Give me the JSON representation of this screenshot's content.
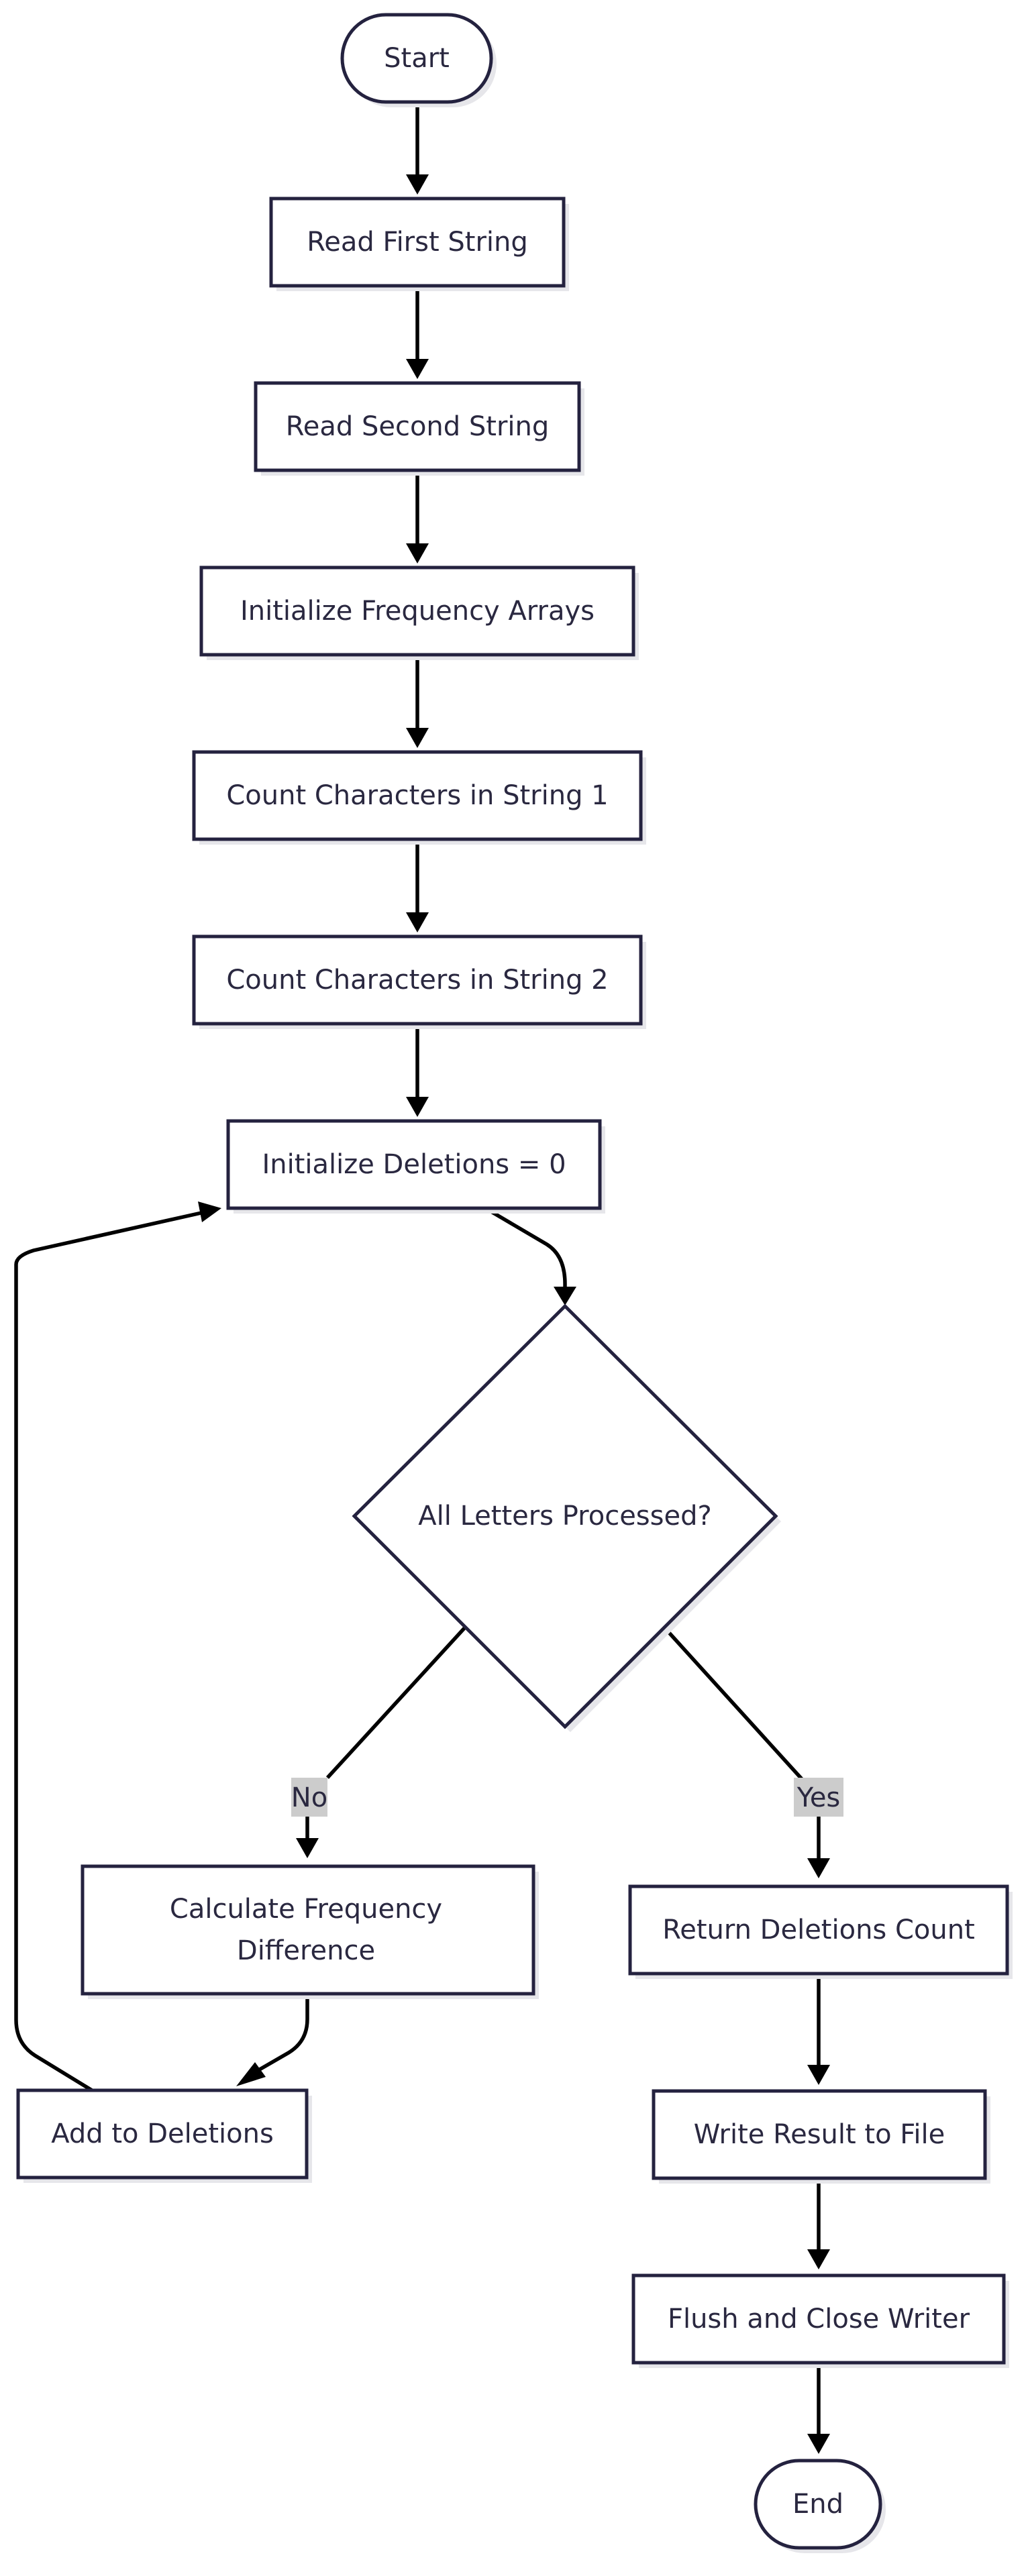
{
  "diagram": {
    "nodes": {
      "start": "Start",
      "read_first": "Read First String",
      "read_second": "Read Second String",
      "init_freq": "Initialize Frequency Arrays",
      "count_1": "Count Characters in String 1",
      "count_2": "Count Characters in String 2",
      "init_del": "Initialize Deletions = 0",
      "decision": "All Letters Processed?",
      "calc_line1": "Calculate Frequency",
      "calc_line2": "Difference",
      "add_del": "Add to Deletions",
      "return_count": "Return Deletions Count",
      "write_result": "Write Result to File",
      "flush_close": "Flush and Close Writer",
      "end": "End"
    },
    "edge_labels": {
      "no": "No",
      "yes": "Yes"
    },
    "colors": {
      "node_border": "#24223f",
      "node_text": "#2a2840",
      "edge": "#000000",
      "label_background": "#cccccc",
      "shadow": "#e6e6ea"
    }
  }
}
